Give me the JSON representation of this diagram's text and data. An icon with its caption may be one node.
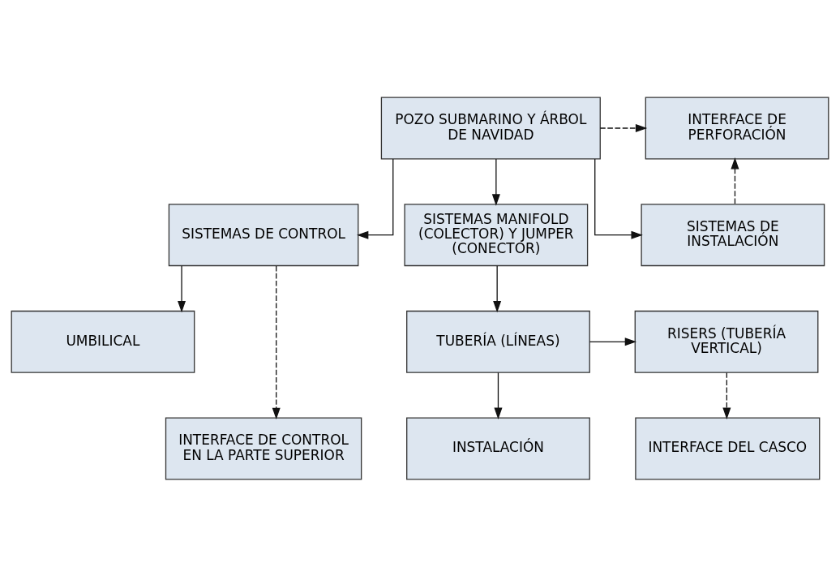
{
  "diagram": {
    "nodes": [
      {
        "text": [
          "POZO SUBMARINO Y ÁRBOL DE NAVIDAD"
        ]
      },
      {
        "text": [
          "INTERFACE DE PERFORACIÓN"
        ]
      },
      {
        "text": [
          "SISTEMAS DE CONTROL"
        ]
      },
      {
        "text": [
          "SISTEMAS MANIFOLD (COLECTOR) Y JUMPER (CONECTOR)"
        ]
      },
      {
        "text": [
          "SISTEMAS DE INSTALACIÓN"
        ]
      },
      {
        "text": [
          "UMBILICAL"
        ]
      },
      {
        "text": [
          "TUBERÍA (LÍNEAS)"
        ]
      },
      {
        "text": [
          "RISERS (TUBERÍA VERTICAL)"
        ]
      },
      {
        "text": [
          "INSTALACIÓN"
        ]
      },
      {
        "text": [
          "INTERFACE DE CONTROL EN LA PARTE SUPERIOR"
        ]
      },
      {
        "text": [
          "INTERFACE DEL CASCO"
        ]
      }
    ],
    "edges": [
      {
        "from": 0,
        "to": 2,
        "arrow": "to"
      },
      {
        "from": 0,
        "to": 3,
        "arrow": "to"
      },
      {
        "from": 0,
        "to": 4,
        "arrow": "to"
      },
      {
        "from": 0,
        "to": 1,
        "arrow": "to",
        "style": "dashed"
      },
      {
        "from": 4,
        "to": 1,
        "arrow": "to",
        "style": "dashed"
      },
      {
        "from": 2,
        "to": 5,
        "arrow": "to"
      },
      {
        "from": 2,
        "to": 9,
        "arrow": "to",
        "style": "dashed"
      },
      {
        "from": 3,
        "to": 6,
        "arrow": "to"
      },
      {
        "from": 6,
        "to": 7,
        "arrow": "to"
      },
      {
        "from": 6,
        "to": 8,
        "arrow": "to"
      },
      {
        "from": 7,
        "to": 10,
        "arrow": "to",
        "style": "dashed"
      }
    ]
  }
}
